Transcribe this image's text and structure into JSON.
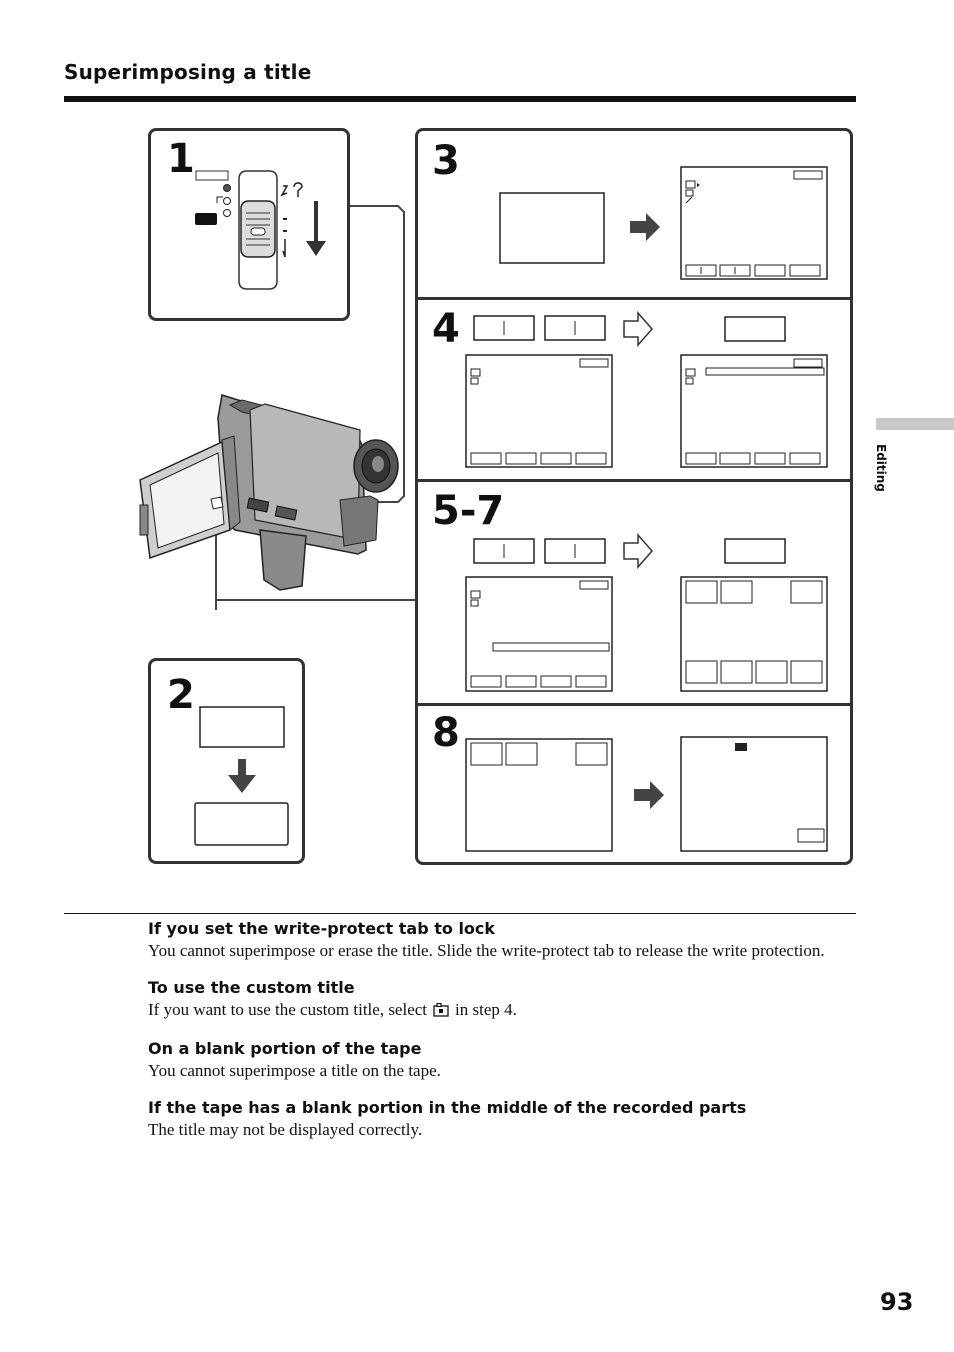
{
  "header": {
    "title": "Superimposing a title"
  },
  "steps": {
    "s1": "1",
    "s2": "2",
    "s3": "3",
    "s4": "4",
    "s57": "5-7",
    "s8": "8"
  },
  "sidebar": {
    "section_label": "Editing"
  },
  "notes": [
    {
      "title": "If you set the write-protect tab to lock",
      "body": "You cannot superimpose or erase the title. Slide the write-protect tab to release the write protection."
    },
    {
      "title": "To use the custom title",
      "body_before": "If you want to use the custom title, select",
      "icon": "custom-title-icon",
      "body_after": "in step 4."
    },
    {
      "title": "On a blank portion of the tape",
      "body": "You cannot superimpose a title on the tape."
    },
    {
      "title": "If the tape has a blank portion in the middle of the recorded parts",
      "body": "The title may not be displayed correctly."
    }
  ],
  "page_number": "93"
}
